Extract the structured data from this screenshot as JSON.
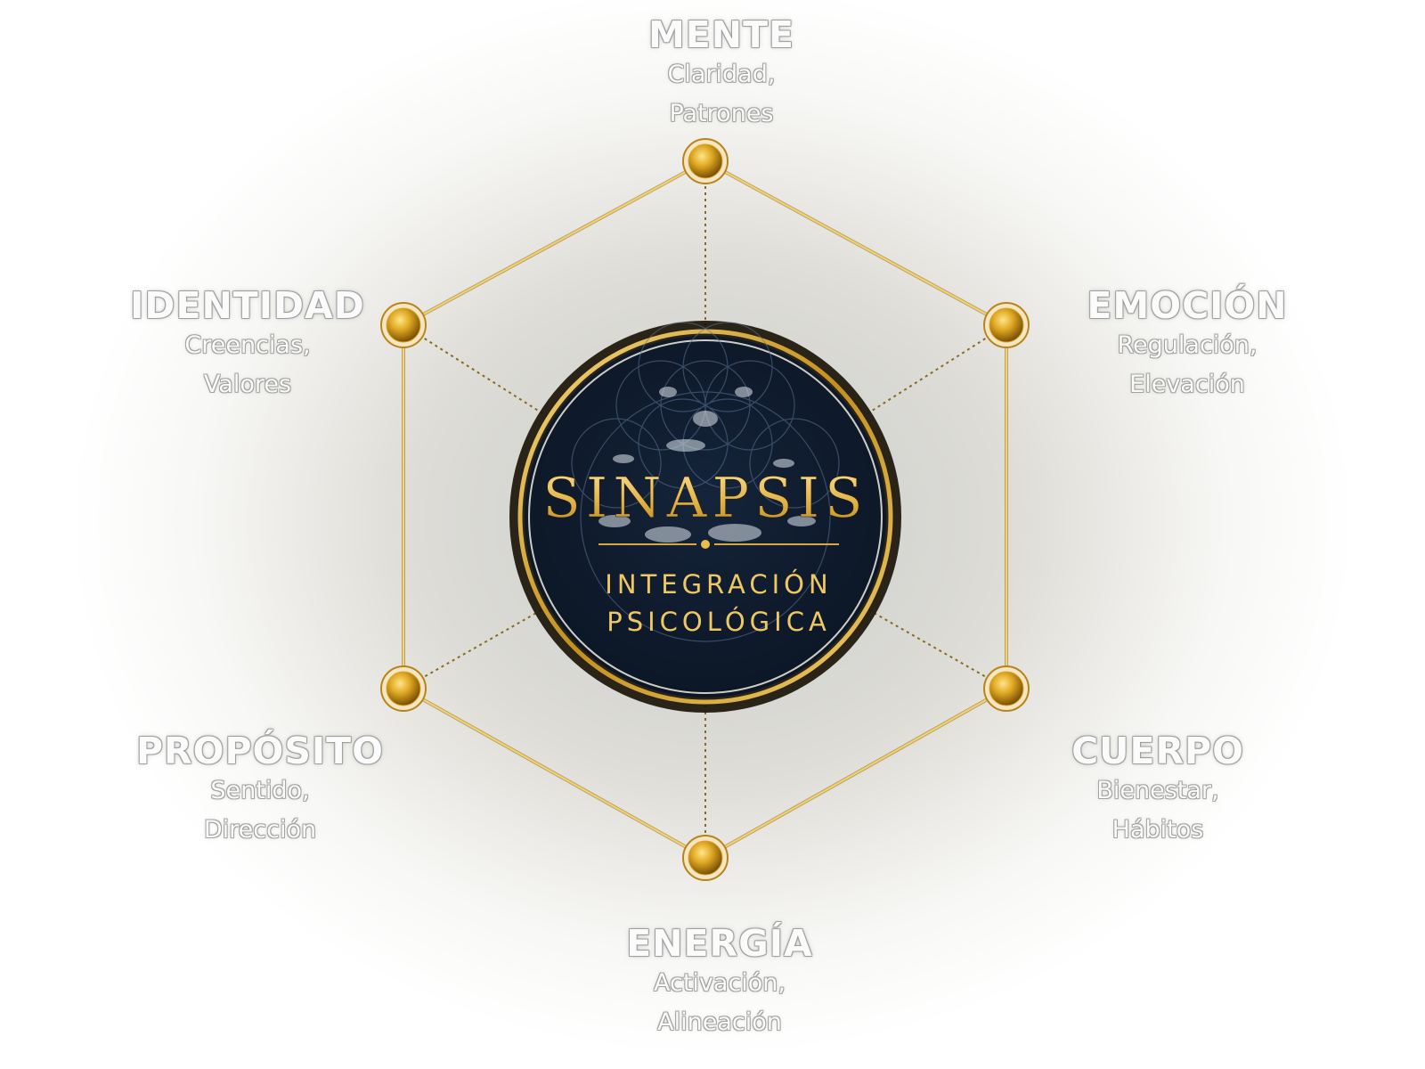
{
  "center": {
    "title": "SINAPSIS",
    "subtitle_line1": "INTEGRACIÓN",
    "subtitle_line2": "PSICOLÓGICA"
  },
  "nodes": [
    {
      "id": "mente",
      "title": "MENTE",
      "line1": "Claridad,",
      "line2": "Patrones"
    },
    {
      "id": "emocion",
      "title": "EMOCIÓN",
      "line1": "Regulación,",
      "line2": "Elevación"
    },
    {
      "id": "cuerpo",
      "title": "CUERPO",
      "line1": "Bienestar,",
      "line2": "Hábitos"
    },
    {
      "id": "energia",
      "title": "ENERGÍA",
      "line1": "Activación,",
      "line2": "Alineación"
    },
    {
      "id": "proposito",
      "title": "PROPÓSITO",
      "line1": "Sentido,",
      "line2": "Dirección"
    },
    {
      "id": "identidad",
      "title": "IDENTIDAD",
      "line1": "Creencias,",
      "line2": "Valores"
    }
  ],
  "colors": {
    "gold": "#d4a62a",
    "gold_light": "#f3d36b",
    "gold_dark": "#8a6210",
    "navy": "#0f1a2b",
    "label_fill": "#fbfbfb"
  }
}
